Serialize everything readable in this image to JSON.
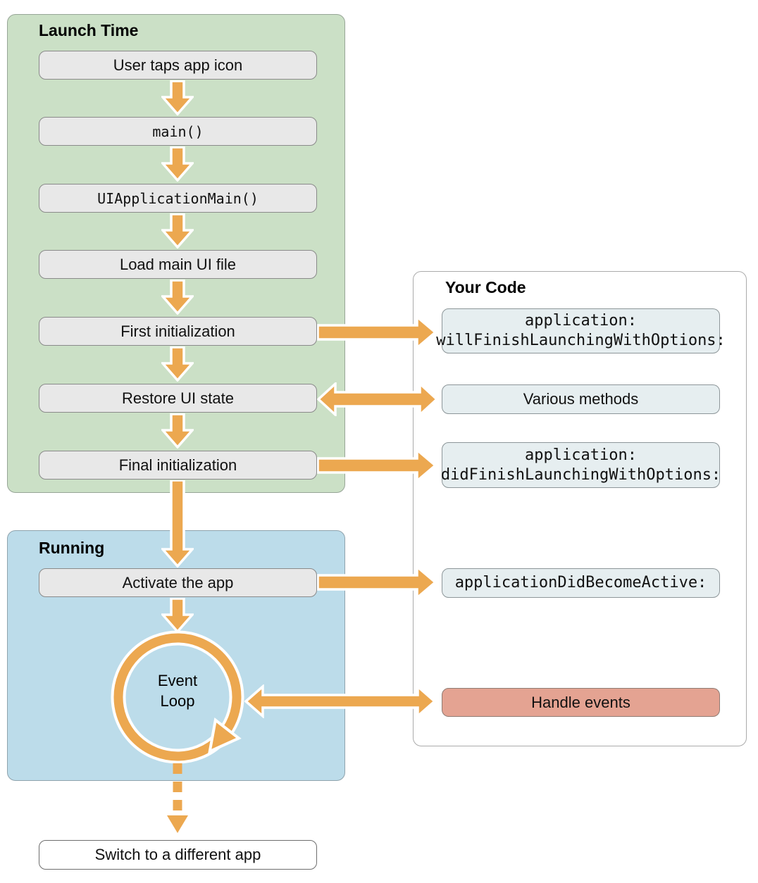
{
  "launch_time": {
    "title": "Launch Time",
    "steps": [
      {
        "label": "User taps app icon"
      },
      {
        "label": "main()"
      },
      {
        "label": "UIApplicationMain()"
      },
      {
        "label": "Load main UI file"
      },
      {
        "label": "First initialization"
      },
      {
        "label": "Restore UI state"
      },
      {
        "label": "Final initialization"
      }
    ]
  },
  "running": {
    "title": "Running",
    "steps": [
      {
        "label": "Activate the app"
      }
    ],
    "event_loop_label": "Event\nLoop"
  },
  "your_code": {
    "title": "Your Code",
    "methods": [
      {
        "label": "application:\nwillFinishLaunchingWithOptions:"
      },
      {
        "label": "Various methods"
      },
      {
        "label": "application:\ndidFinishLaunchingWithOptions:"
      },
      {
        "label": "applicationDidBecomeActive:"
      },
      {
        "label": "Handle events"
      }
    ]
  },
  "terminal": {
    "label": "Switch to a different app"
  },
  "colors": {
    "arrow_orange": "#ECA850",
    "launch_panel_green": "#CBE0C6",
    "running_panel_blue": "#BCDCEA",
    "step_box_gray": "#E8E8E8",
    "method_box_blue": "#E6EEF0",
    "handle_events_salmon": "#E4A392"
  }
}
